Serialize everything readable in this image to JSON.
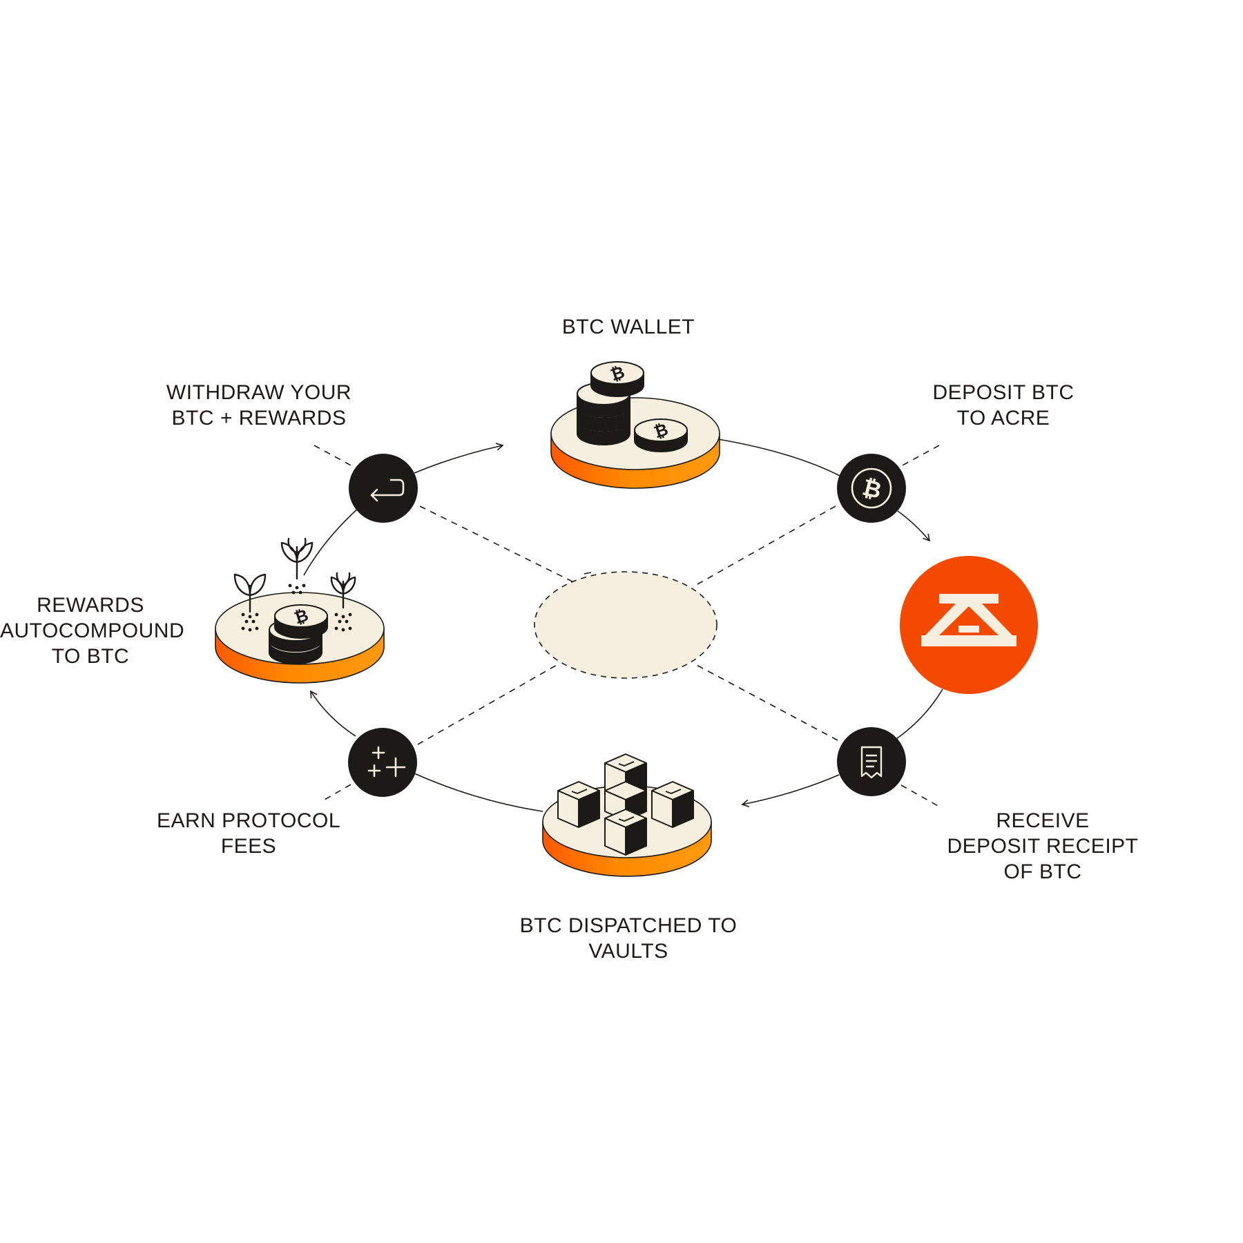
{
  "labels": {
    "btc_wallet": [
      "BTC WALLET"
    ],
    "deposit": [
      "DEPOSIT BTC",
      "TO ACRE"
    ],
    "receipt": [
      "RECEIVE",
      "DEPOSIT RECEIPT",
      "OF BTC"
    ],
    "dispatched": [
      "BTC DISPATCHED TO",
      "VAULTS"
    ],
    "earn": [
      "EARN PROTOCOL",
      "FEES"
    ],
    "rewards": [
      "REWARDS",
      "AUTOCOMPOUND",
      "TO BTC"
    ],
    "withdraw": [
      "WITHDRAW YOUR",
      "BTC + REWARDS"
    ]
  },
  "icons": {
    "withdraw": "return-arrow-icon",
    "deposit": "bitcoin-icon",
    "receipt": "receipt-icon",
    "earn": "sparkle-plus-icon",
    "brand": "acre-logo-icon"
  },
  "colors": {
    "ink": "#1c1a17",
    "cream": "#f6efdf",
    "orange": "#ff8a00",
    "orange_deep": "#ff5a00",
    "brand": "#f34900"
  }
}
